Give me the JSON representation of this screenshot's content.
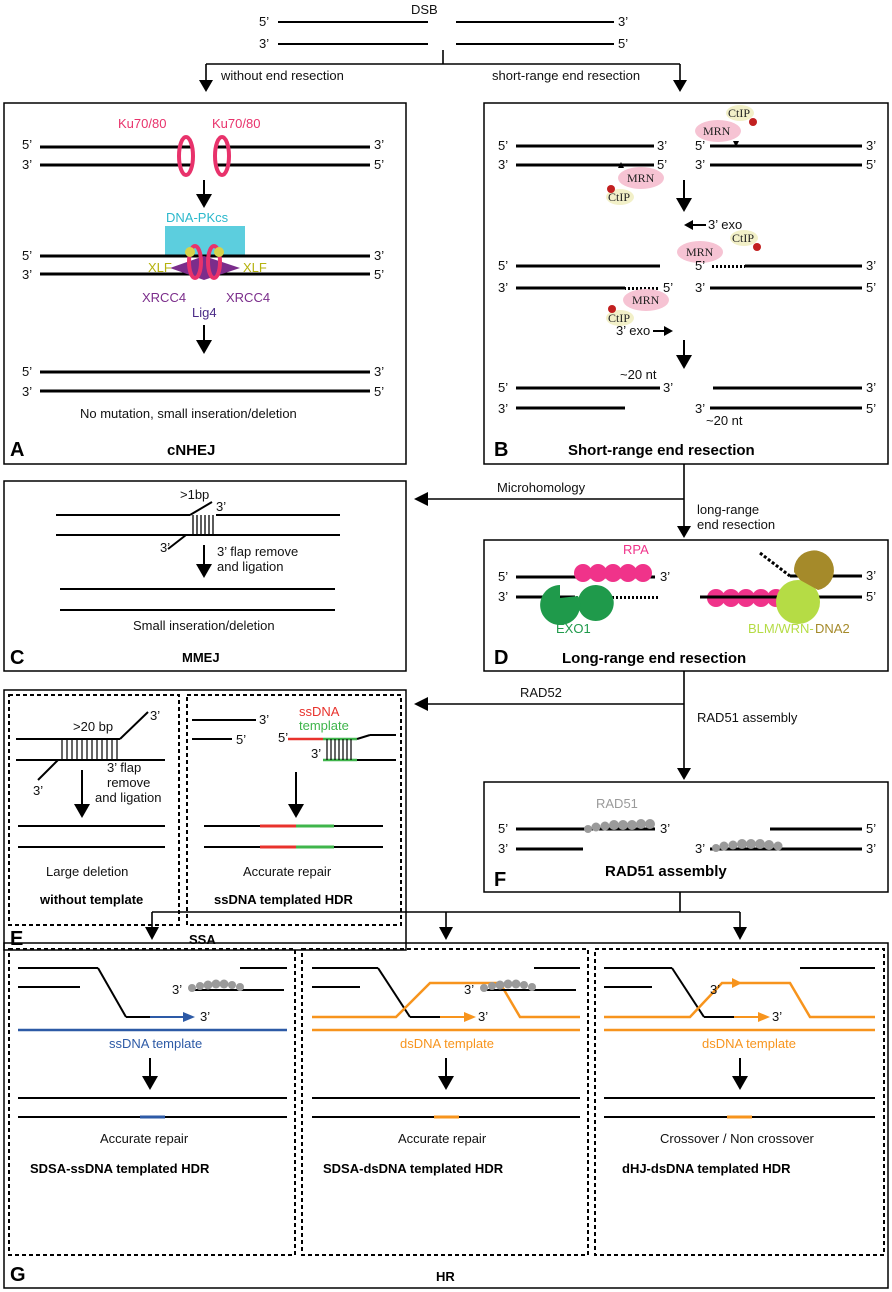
{
  "dsb_label": "DSB",
  "branch": {
    "left": "without end resection",
    "right": "short-range end resection"
  },
  "ends": {
    "p5": "5’",
    "p3": "3’"
  },
  "flow_labels": {
    "microhomology": "Microhomology",
    "long_range_1": "long-range",
    "long_range_2": "end resection",
    "rad52": "RAD52",
    "rad51_assembly": "RAD51 assembly"
  },
  "panel_A": {
    "letter": "A",
    "title": "cNHEJ",
    "ku_left": "Ku70/80",
    "ku_right": "Ku70/80",
    "dnapkcs": "DNA-PKcs",
    "xlf_left": "XLF",
    "xlf_right": "XLF",
    "xrcc4_left": "XRCC4",
    "xrcc4_right": "XRCC4",
    "lig4": "Lig4",
    "result": "No mutation, small inseration/deletion"
  },
  "panel_B": {
    "letter": "B",
    "title": "Short-range end resection",
    "mrn": "MRN",
    "ctip": "CtIP",
    "exo": "3’ exo",
    "nt": "~20 nt"
  },
  "panel_C": {
    "letter": "C",
    "title": "MMEJ",
    "bp": ">1bp",
    "flap_1": "3’ flap remove",
    "flap_2": "and ligation",
    "result": "Small inseration/deletion"
  },
  "panel_D": {
    "letter": "D",
    "title": "Long-range end resection",
    "rpa": "RPA",
    "exo1": "EXO1",
    "blm_1": "BLM/WRN-",
    "blm_2": "DNA2"
  },
  "panel_E": {
    "letter": "E",
    "title": "SSA",
    "bp": ">20 bp",
    "flap_1": "3’ flap",
    "flap_2": "remove",
    "flap_3": "and ligation",
    "left_result": "Large deletion",
    "left_sub": "without template",
    "ss_1": "ssDNA",
    "ss_2": "template",
    "right_result": "Accurate repair",
    "right_sub": "ssDNA templated HDR"
  },
  "panel_F": {
    "letter": "F",
    "title": "RAD51 assembly",
    "rad51": "RAD51"
  },
  "panel_G": {
    "letter": "G",
    "title": "HR",
    "t1": "ssDNA template",
    "r1": "Accurate repair",
    "s1": "SDSA-ssDNA templated HDR",
    "t2": "dsDNA template",
    "r2": "Accurate repair",
    "s2": "SDSA-dsDNA templated HDR",
    "t3": "dsDNA template",
    "r3": "Crossover / Non crossover",
    "s3": "dHJ-dsDNA templated HDR"
  },
  "colors": {
    "ku": "#e8326b",
    "dnapkcs": "#3fc6d8",
    "xlf": "#b5b20d",
    "xrcc4": "#7b2d8b",
    "lig4": "#4a2a87",
    "mrn": "#f6c3d3",
    "ctip": "#f2f0c8",
    "ctip_dot": "#c22020",
    "rpa": "#f0338a",
    "exo1": "#1f9a4b",
    "blm": "#b5dc45",
    "dna2": "#a58a2a",
    "rad51": "#9a9a9a",
    "ss_red": "#e8322c",
    "ss_green": "#3fb54b",
    "hr_blue": "#2d5aa6",
    "hr_orange": "#f7941d"
  }
}
